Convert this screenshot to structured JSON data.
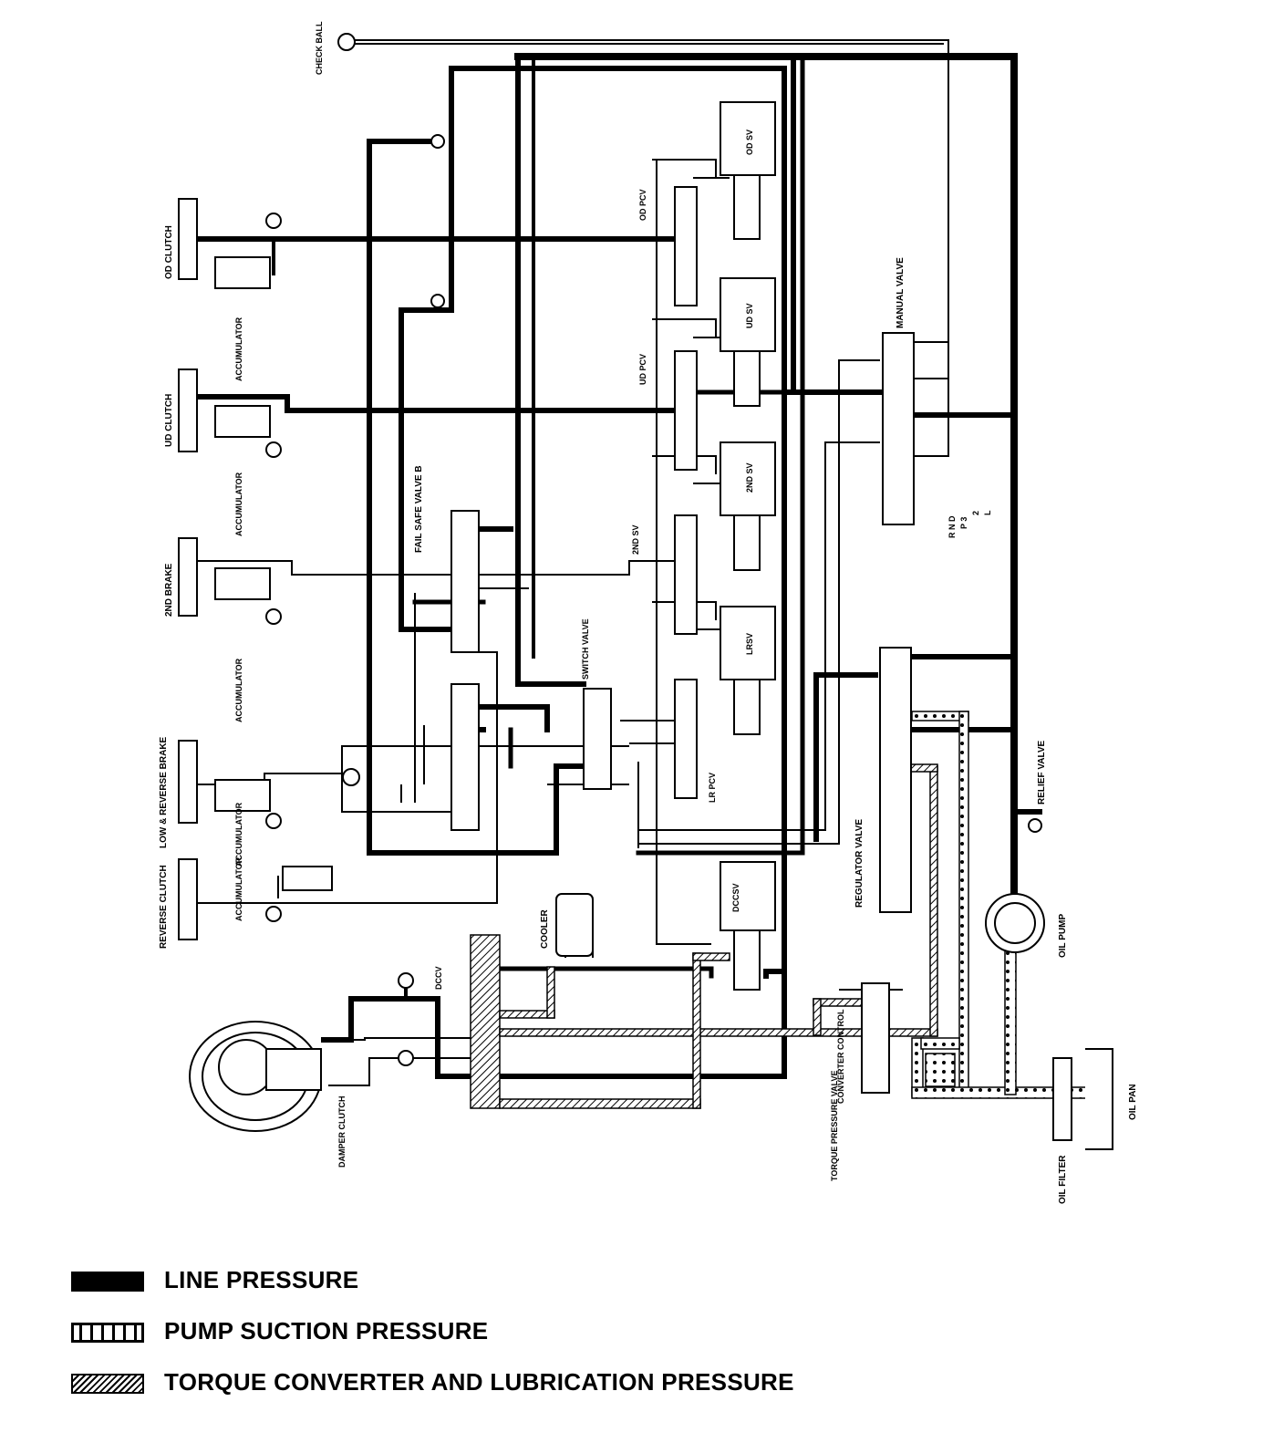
{
  "labels": {
    "check_ball": "CHECK BALL",
    "od_clutch": "OD CLUTCH",
    "accumulator_1": "ACCUMULATOR",
    "ud_clutch": "UD CLUTCH",
    "accumulator_2": "ACCUMULATOR",
    "second_brake": "2ND BRAKE",
    "accumulator_3": "ACCUMULATOR",
    "low_reverse_brake": "LOW & REVERSE BRAKE",
    "accumulator_4": "ACCUMULATOR",
    "reverse_clutch": "REVERSE CLUTCH",
    "accumulator_5": "ACCUMULATOR",
    "fail_safe_valve_b": "FAIL SAFE VALVE B",
    "od_pcv": "OD PCV",
    "ud_pcv": "UD PCV",
    "second_sv": "2ND SV",
    "switch_valve": "SWITCH VALVE",
    "lr_pcv": "LR PCV",
    "od_sv": "OD SV",
    "ud_sv": "UD SV",
    "second_sv_solenoid": "2ND SV",
    "lrsv": "LRSV",
    "dccsv": "DCCSV",
    "manual_valve": "MANUAL VALVE",
    "positions_line1": "R N D",
    "positions_line2": "P 3",
    "positions_line3": "2",
    "positions_line4": "L",
    "relief_valve": "RELIEF VALVE",
    "regulator_valve": "REGULATOR VALVE",
    "oil_pump": "OIL PUMP",
    "cooler": "COOLER",
    "dccv": "DCCV",
    "damper_clutch": "DAMPER CLUTCH",
    "converter_control": "CONVERTER CONTROL",
    "torque_pressure_valve": "TORQUE PRESSURE VALVE",
    "oil_filter": "OIL FILTER",
    "oil_pan": "OIL PAN"
  },
  "legend": {
    "line_pressure": "LINE PRESSURE",
    "pump_suction_pressure": "PUMP SUCTION PRESSURE",
    "torque_converter_lubrication": "TORQUE CONVERTER AND LUBRICATION PRESSURE"
  }
}
